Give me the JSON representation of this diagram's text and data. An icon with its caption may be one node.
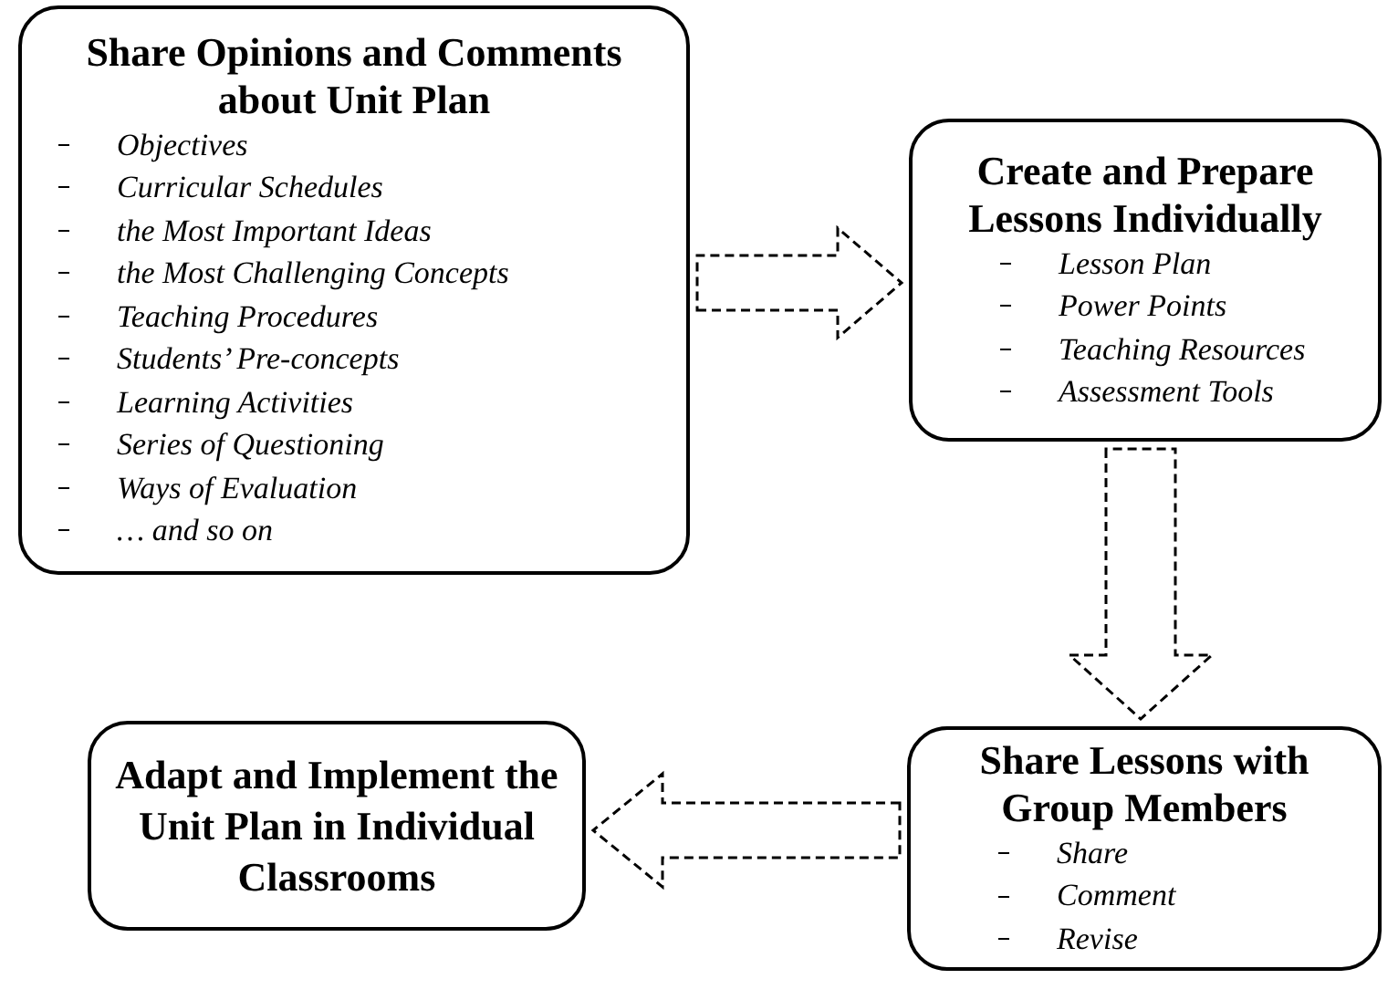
{
  "diagram": {
    "nodes": [
      {
        "text": [
          "Share Opinions and Comments about Unit Plan",
          "Objectives",
          "Curricular Schedules",
          "the Most Important Ideas",
          "the Most Challenging Concepts",
          "Teaching Procedures",
          "Students’ Pre-concepts",
          "Learning Activities",
          "Series of Questioning",
          "Ways of Evaluation",
          "… and so on"
        ]
      },
      {
        "text": [
          "Create and Prepare Lessons Individually",
          "Lesson Plan",
          "Power Points",
          "Teaching Resources",
          "Assessment Tools"
        ]
      },
      {
        "text": [
          "Share Lessons with Group Members",
          "Share",
          "Comment",
          "Revise"
        ]
      },
      {
        "text": [
          "Adapt and Implement the Unit Plan in Individual Classrooms"
        ]
      }
    ],
    "edges": [
      {
        "from": 0,
        "to": 1,
        "arrow": "to",
        "style": "dashed"
      },
      {
        "from": 1,
        "to": 2,
        "arrow": "to",
        "style": "dashed"
      },
      {
        "from": 2,
        "to": 3,
        "arrow": "to",
        "style": "dashed"
      }
    ]
  }
}
